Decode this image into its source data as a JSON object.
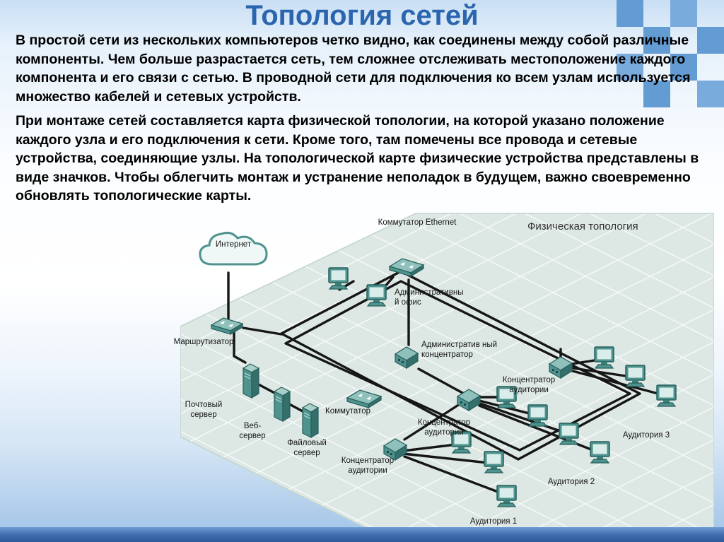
{
  "slide": {
    "title": "Топология сетей",
    "paragraph1": "В простой сети из нескольких компьютеров четко видно, как соединены между собой различные компоненты. Чем больше разрастается сеть, тем сложнее отслеживать местоположение каждого компонента и его связи с сетью. В проводной сети для подключения ко всем узлам используется множество кабелей и сетевых устройств.",
    "paragraph2": "При монтаже сетей составляется карта физической топологии, на которой указано положение каждого узла и его подключения к сети. Кроме того, там помечены все провода и сетевые устройства, соединяющие узлы. На топологической карте физические устройства представлены в виде значков. Чтобы облегчить монтаж и устранение неполадок в будущем, важно своевременно обновлять топологические карты."
  },
  "diagram": {
    "heading": "Физическая топология",
    "labels": {
      "ethernet_switch": "Коммутатор Ethernet",
      "internet": "Интернет",
      "router": "Маршрутизатор",
      "mail_server": "Почтовый сервер",
      "web_server": "Веб-сервер",
      "file_server": "Файловый сервер",
      "switch": "Коммутатор",
      "admin_office": "Административны й офис",
      "admin_hub": "Административ ный концентратор",
      "class_hub_right": "Концентратор аудитории",
      "class_hub_mid": "Концентратор аудитории",
      "class_hub_left": "Концентратор аудитории",
      "room3": "Аудитория 3",
      "room2": "Аудитория 2",
      "room1": "Аудитория 1"
    }
  },
  "colors": {
    "title_blue": "#2a65ae",
    "checker_blue": "#639bd3",
    "device_teal": "#4f938e",
    "plane": "#dde8e4",
    "cable": "#161616",
    "footer_blue": "#2c5a9b"
  }
}
